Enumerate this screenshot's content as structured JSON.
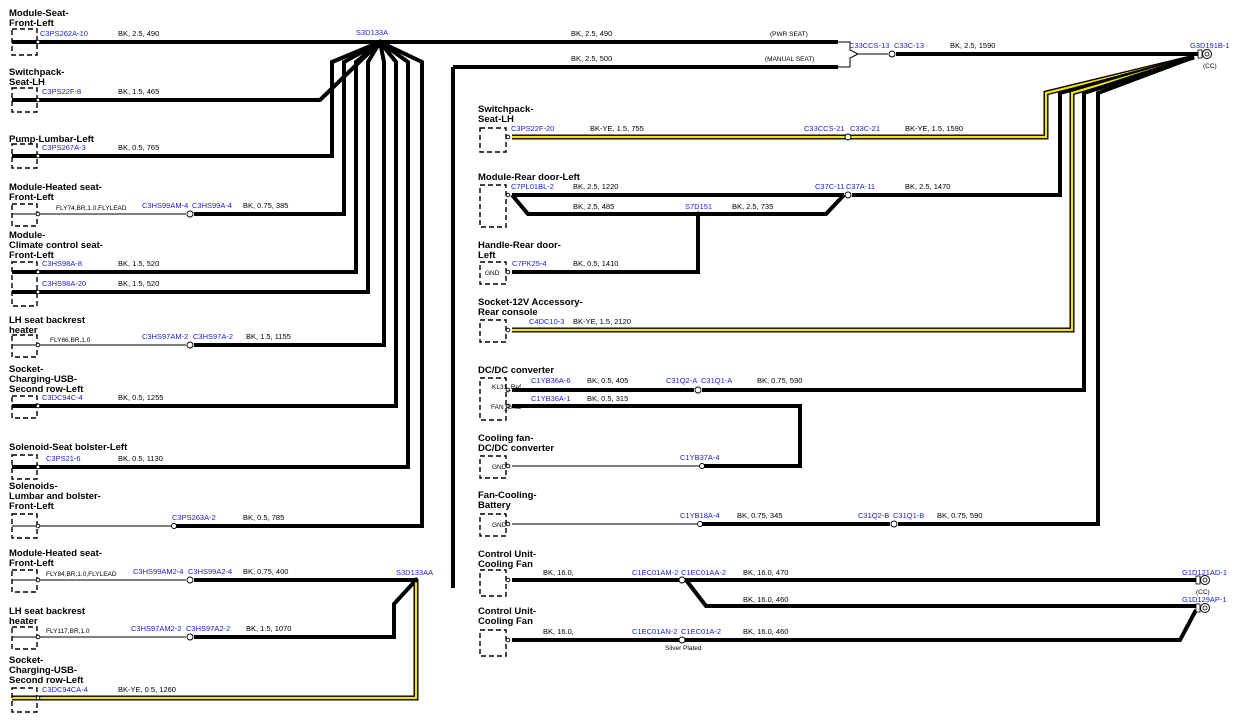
{
  "components": {
    "seat_front_left": "Module-Seat-\nFront-Left",
    "switchpack_lh": "Switchpack-\nSeat-LH",
    "pump_lumbar": "Pump-Lumbar-Left",
    "heated_seat_1": "Module-Heated seat-\nFront-Left",
    "climate_seat": "Module-\nClimate control seat-\nFront-Left",
    "backrest_heater_1": "LH seat backrest\nheater",
    "usb_1": "Socket-\nCharging-USB-\nSecond row-Left",
    "solenoid_bolster": "Solenoid-Seat bolster-Left",
    "solenoids_lumbar": "Solenoids-\nLumbar and bolster-\nFront-Left",
    "heated_seat_2": "Module-Heated seat-\nFront-Left",
    "backrest_heater_2": "LH seat backrest\nheater",
    "usb_2": "Socket-\nCharging-USB-\nSecond row-Left",
    "switchpack_lh_r": "Switchpack-\nSeat-LH",
    "rear_door_module": "Module-Rear door-Left",
    "rear_door_handle": "Handle-Rear door-\nLeft",
    "socket_12v": "Socket-12V Accessory-\nRear console",
    "dcdc": "DC/DC converter",
    "cooling_fan_dcdc": "Cooling fan-\nDC/DC converter",
    "fan_battery": "Fan-Cooling-\nBattery",
    "cu_fan_1": "Control Unit-\nCooling Fan",
    "cu_fan_2": "Control Unit-\nCooling Fan"
  },
  "connectors": {
    "c3ps262a_10": "C3PS262A-10",
    "c3ps22f_8": "C3PS22F-8",
    "c3ps267a_3": "C3PS267A-3",
    "c3hs99am_4": "C3HS99AM-4",
    "c3hs99a_4": "C3HS99A-4",
    "c3hs98a_8": "C3HS98A-8",
    "c3hs98a_20": "C3HS98A-20",
    "c3hs97am_2": "C3HS97AM-2",
    "c3hs97a_2": "C3HS97A-2",
    "c3dc94c_4": "C3DC94C-4",
    "c3ps21_6": "C3PS21-6",
    "c3ps263a_2": "C3PS263A-2",
    "c3hs99am2_4": "C3HS99AM2-4",
    "c3hs99a2_4": "C3HS99A2-4",
    "c3hs97am2_2": "C3HS97AM2-2",
    "c3hs97a2_2": "C3HS97A2-2",
    "c3dc94ca_4": "C3DC94CA-4",
    "s3d133a": "S3D133A",
    "s3d133aa": "S3D133AA",
    "c33ccs_13": "C33CCS-13",
    "c33c_13": "C33C-13",
    "g3d191b_1": "G3D191B-1",
    "c3ps22f_20": "C3PS22F-20",
    "c33ccs_21": "C33CCS-21",
    "c33c_21": "C33C-21",
    "c7pl01bl_2": "C7PL01BL-2",
    "c37c_11": "C37C-11",
    "c37a_11": "C37A-11",
    "s7d151": "S7D151",
    "c7pk25_4": "C7PK25-4",
    "c4dc10_3": "C4DC10-3",
    "c1yb36a_6": "C1YB36A-6",
    "c1yb36a_1": "C1YB36A-1",
    "c31q2_a": "C31Q2-A",
    "c31q1_a": "C31Q1-A",
    "c1yb37a_4": "C1YB37A-4",
    "c1yb18a_4": "C1YB18A-4",
    "c31q2_b": "C31Q2-B",
    "c31q1_b": "C31Q1-B",
    "c1ec01am_2": "C1EC01AM-2",
    "c1ec01aa_2": "C1EC01AA-2",
    "g1d121ad_1": "G1D121AD-1",
    "g1d129ap_1": "G1D129AP-1",
    "c1ec01an_2": "C1EC01AN-2",
    "c1ec01a_2": "C1EC01A-2"
  },
  "wires": {
    "w1": "BK,  2.5,  490",
    "w2": "BK,  1.5,  465",
    "w3": "BK,  0.5,  765",
    "w4": "BK,  0.75,  385",
    "w5": "BK,  1.5,  520",
    "w6": "BK,  1.5,  520",
    "w7": "BK,  1.5,  1155",
    "w8": "BK,  0.5,  1255",
    "w9": "BK,  0.5,  1130",
    "w10": "BK,  0.5,  785",
    "w11": "BK,  0.75,  400",
    "w12": "BK,  1.5,  1070",
    "w13": "BK-YE,  0.5,  1260",
    "top1": "BK,  2.5,  490",
    "top2": "BK,  2.5,  500",
    "top3": "BK,  2.5,  1590",
    "r1": "BK-YE,  1.5,  755",
    "r1b": "BK-YE,  1.5,  1590",
    "r2a": "BK,  2.5,  1220",
    "r2b": "BK,  2.5,  1470",
    "r2c": "BK,  2.5,  485",
    "r2d": "BK,  2.5,  735",
    "r3": "BK,  0.5,  1410",
    "r4": "BK-YE,  1.5,  2120",
    "r5a": "BK,  0.5,  405",
    "r5b": "BK,  0.75,  590",
    "r5c": "BK,  0.5,  315",
    "r6a": "BK,  0.75,  345",
    "r6b": "BK,  0.75,  590",
    "r7a": "BK,  16.0,",
    "r7b": "BK,  16.0,  470",
    "r7c": "BK,  16.0,  460",
    "r8a": "BK,  16.0,",
    "r8b": "BK,  16.0,  460"
  },
  "labels": {
    "pwr_seat": "(PWR SEAT)",
    "manual_seat": "(MANUAL SEAT)",
    "cc1": "(CC)",
    "cc2": "(CC)",
    "fly74": "FLY74,BR,1.0,FLYLEAD",
    "fly66": "FLY66,BR,1.0",
    "fly84": "FLY84,BR,1.0,FLYLEAD",
    "fly117": "FLY117,BR,1.0",
    "gnd1": "GND",
    "gnd2": "GND",
    "gnd3": "GND",
    "kl31": "KL31_Ref",
    "fan_gnd": "FAN_GND",
    "silver": "Silver Plated"
  }
}
